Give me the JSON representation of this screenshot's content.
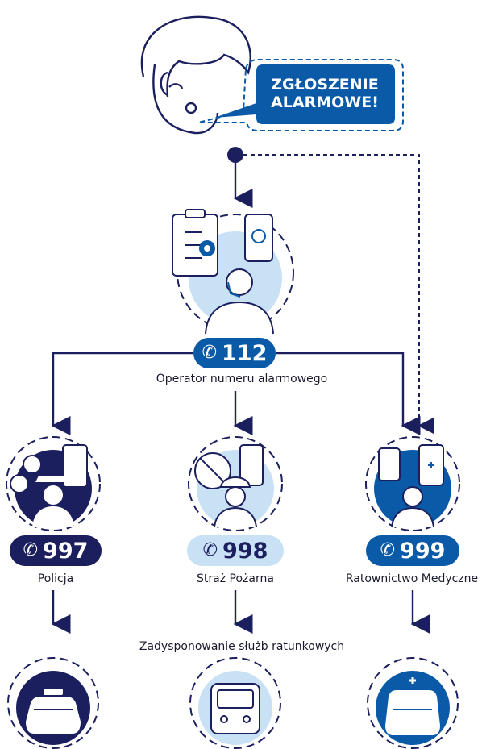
{
  "alert": {
    "line1": "ZGŁOSZENIE",
    "line2": "ALARMOWE!"
  },
  "operator": {
    "number": "112",
    "label": "Operator numeru alarmowego"
  },
  "services": [
    {
      "number": "997",
      "label": "Policja"
    },
    {
      "number": "998",
      "label": "Straż  Pożarna"
    },
    {
      "number": "999",
      "label": "Ratownictwo Medyczne"
    }
  ],
  "dispatch_label": "Zadysponowanie służb ratunkowych",
  "colors": {
    "navy": "#1b1f5e",
    "blue": "#0a5aa8",
    "light_blue": "#c8e1f5",
    "pale_blue": "#e6f1fb"
  },
  "icons": [
    "caller-face-icon",
    "operator-icon",
    "police-officer-icon",
    "firefighter-icon",
    "paramedic-icon",
    "police-car-icon",
    "fire-truck-icon",
    "ambulance-icon",
    "phone-icon"
  ]
}
